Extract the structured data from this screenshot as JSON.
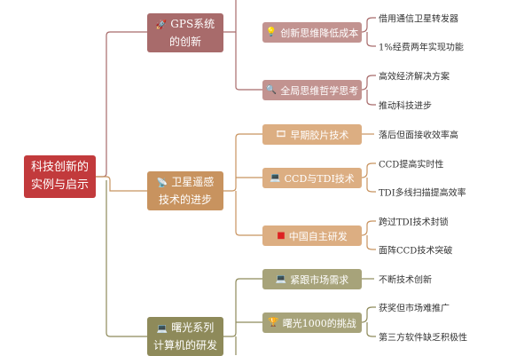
{
  "root": {
    "label_line1": "科技创新的",
    "label_line2": "实例与启示",
    "color": "#c23a3c"
  },
  "branches": [
    {
      "icon": "rocket",
      "label": "GPS系统的创新",
      "color": "#a86b6b",
      "child_color": "#c29390",
      "children": [
        {
          "icon": "lightbulb",
          "label": "创新思维降低成本",
          "leaves": [
            "借用通信卫星转发器",
            "1%经费两年实现功能"
          ]
        },
        {
          "icon": "magnifier",
          "label": "全局思维哲学思考",
          "leaves": [
            "高效经济解决方案",
            "推动科技进步"
          ]
        }
      ]
    },
    {
      "icon": "satellite",
      "label": "卫星遥感技术的进步",
      "color": "#c8935f",
      "child_color": "#dcae82",
      "children": [
        {
          "icon": "film",
          "label": "早期胶片技术",
          "leaves": [
            "落后但面接收效率高"
          ]
        },
        {
          "icon": "computer",
          "label": "CCD与TDI技术",
          "leaves": [
            "CCD提高实时性",
            "TDI多线扫描提高效率"
          ]
        },
        {
          "icon": "flag",
          "label": "中国自主研发",
          "leaves": [
            "跨过TDI技术封锁",
            "面阵CCD技术突破"
          ]
        }
      ]
    },
    {
      "icon": "computer",
      "label": "曙光系列计算机的研发",
      "color": "#8e8a5a",
      "child_color": "#a7a37a",
      "children": [
        {
          "icon": "computer",
          "label": "紧跟市场需求",
          "leaves": [
            "不断技术创新"
          ]
        },
        {
          "icon": "trophy",
          "label": "曙光1000的挑战",
          "leaves": [
            "获奖但市场难推广",
            "第三方软件缺乏积极性"
          ]
        }
      ]
    }
  ]
}
